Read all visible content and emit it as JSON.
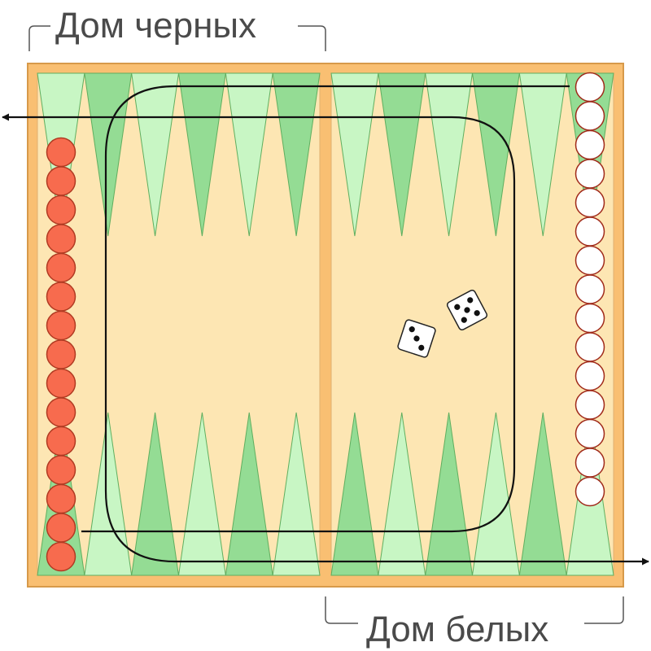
{
  "labels": {
    "black_home": "Дом черных",
    "white_home": "Дом белых"
  },
  "colors": {
    "board_frame": "#f9bf72",
    "board_frame_stroke": "#d79a4a",
    "board_field": "#fde6b3",
    "point_dark": "#94dc94",
    "point_light": "#c8f6c4",
    "point_stroke": "#5fae5f",
    "checker_red": "#f76b4e",
    "checker_red_stroke": "#b03a22",
    "checker_white": "#ffffff",
    "checker_white_stroke": "#a02a1a",
    "path": "#111111",
    "bracket": "#555555"
  },
  "board": {
    "points_per_quarter": 6,
    "red_checkers": 15,
    "white_checkers": 15
  },
  "dice": [
    {
      "pips": 3,
      "rotation": 18
    },
    {
      "pips": 5,
      "rotation": -28
    }
  ]
}
